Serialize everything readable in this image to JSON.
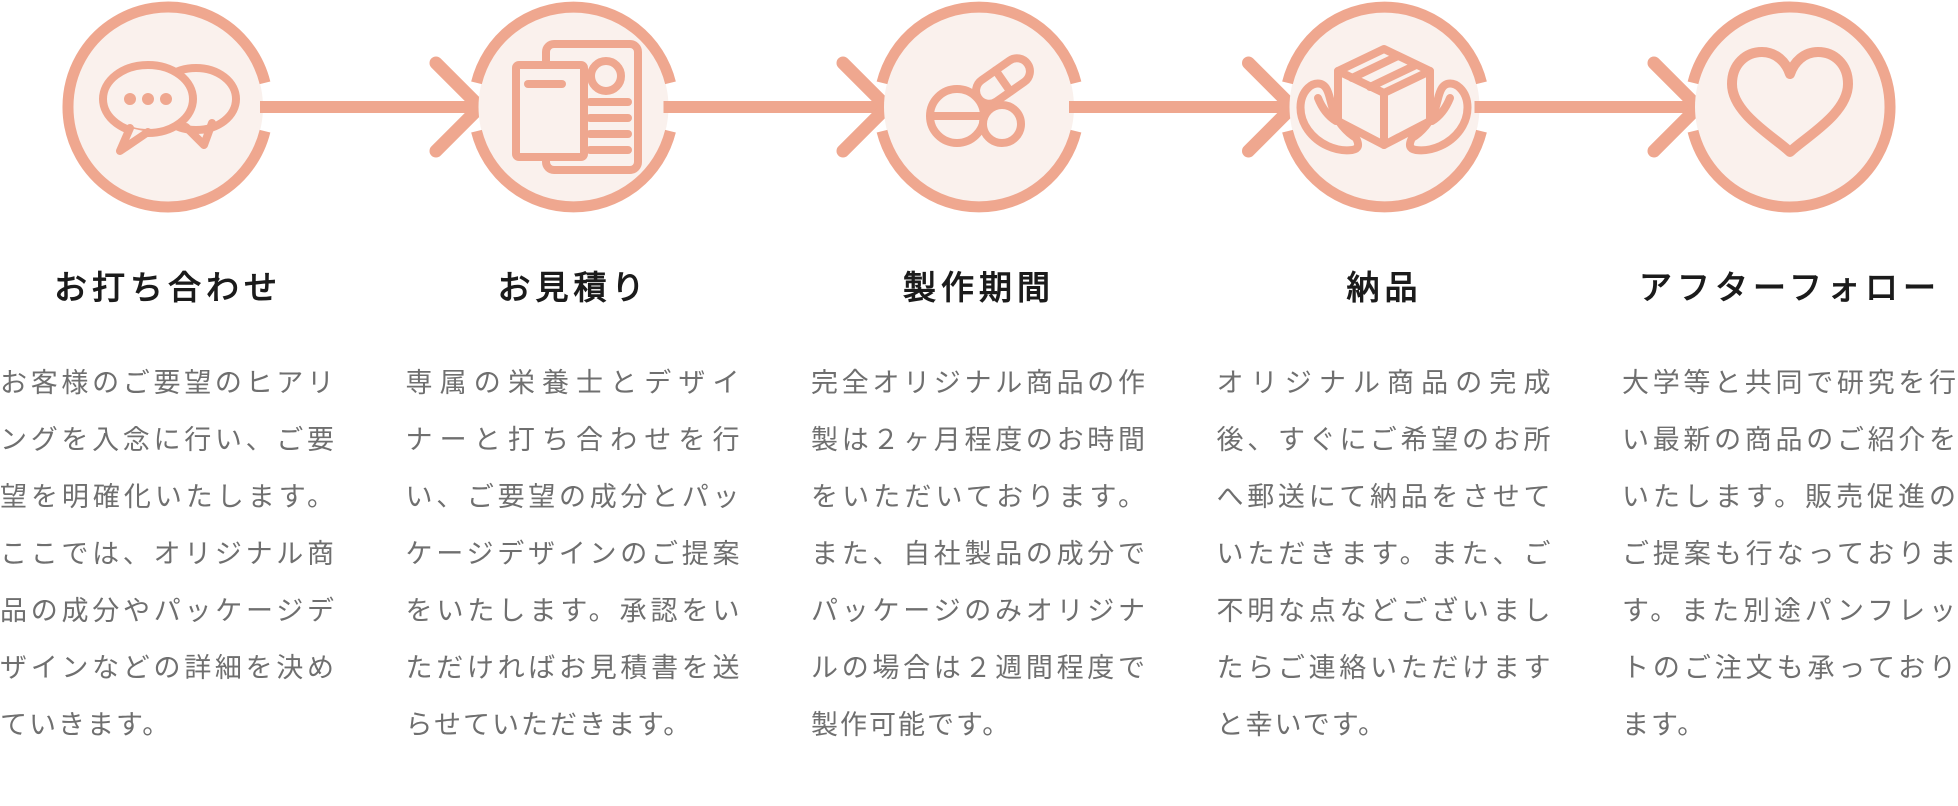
{
  "theme": {
    "accent": "#EFA78F",
    "circle_fill": "#FAF1ED",
    "title_color": "#1B1B1B",
    "body_color": "#6F6F6F",
    "background": "#FFFFFF"
  },
  "steps": [
    {
      "icon": "chat-bubbles-icon",
      "title": "お打ち合わせ",
      "description_lines": [
        "お客様のご要望のヒアリ",
        "ングを入念に行い、ご要",
        "望を明確化いたします。",
        "ここでは、オリジナル商",
        "品の成分やパッケージデ",
        "ザインなどの詳細を決め",
        "ていきます。"
      ]
    },
    {
      "icon": "estimate-document-icon",
      "title": "お見積り",
      "description_lines": [
        "専属の栄養士とデザイ",
        "ナーと打ち合わせを行",
        "い、ご要望の成分とパッ",
        "ケージデザインのご提案",
        "をいたします。承認をい",
        "ただければお見積書を送",
        "らせていただきます。"
      ]
    },
    {
      "icon": "supplement-pills-icon",
      "title": "製作期間",
      "description_lines": [
        "完全オリジナル商品の作",
        "製は２ヶ月程度のお時間",
        "をいただいております。",
        "また、自社製品の成分で",
        "パッケージのみオリジナ",
        "ルの場合は２週間程度で",
        "製作可能です。"
      ]
    },
    {
      "icon": "delivery-box-hands-icon",
      "title": "納品",
      "description_lines": [
        "オリジナル商品の完成",
        "後、すぐにご希望のお所",
        "へ郵送にて納品をさせて",
        "いただきます。また、ご",
        "不明な点などございまし",
        "たらご連絡いただけます",
        "と幸いです。"
      ]
    },
    {
      "icon": "heart-icon",
      "title": "アフターフォロー",
      "description_lines": [
        "大学等と共同で研究を行",
        "い最新の商品のご紹介を",
        "いたします。販売促進の",
        "ご提案も行なっておりま",
        "す。また別途パンフレッ",
        "トのご注文も承っており",
        "ます。"
      ]
    }
  ]
}
